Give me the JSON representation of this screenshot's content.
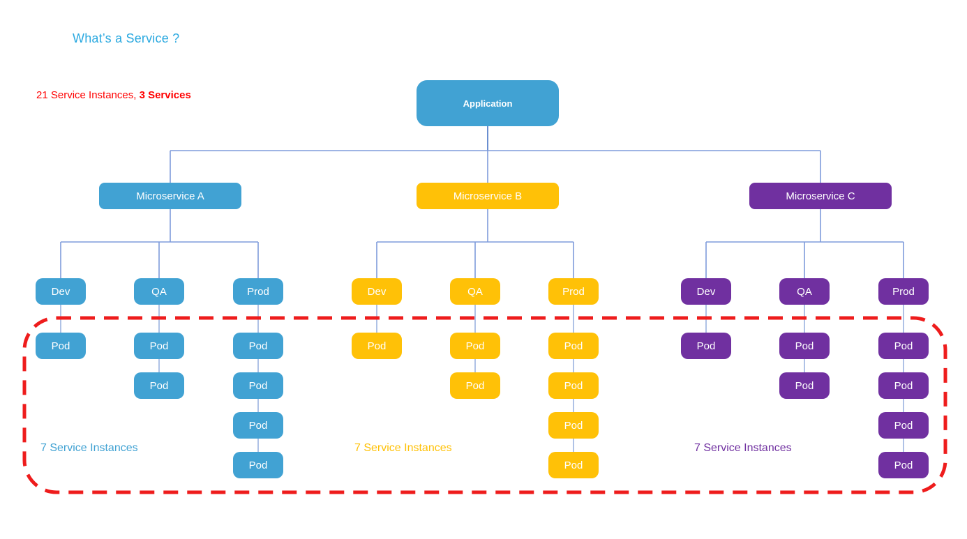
{
  "title": "What’s a Service ?",
  "title_color": "#2BA9E0",
  "summary": {
    "regular": "21 Service Instances, ",
    "bold": "3 Services",
    "color": "#FF0000"
  },
  "colors": {
    "blue": "#41A2D3",
    "gold": "#FFC107",
    "purple": "#7030A0",
    "red_border": "#EE1C1C",
    "line": "#7E9BDB",
    "line_dark": "#4472C4",
    "line_light": "#9BB3DF"
  },
  "application": {
    "label": "Application",
    "color": "blue"
  },
  "pod_label": "Pod",
  "services": [
    {
      "label": "Microservice A",
      "color": "blue",
      "instances_label": "7 Service Instances",
      "environments": [
        {
          "label": "Dev",
          "pod_count": 1
        },
        {
          "label": "QA",
          "pod_count": 2
        },
        {
          "label": "Prod",
          "pod_count": 4
        }
      ]
    },
    {
      "label": "Microservice B",
      "color": "gold",
      "instances_label": "7 Service Instances",
      "environments": [
        {
          "label": "Dev",
          "pod_count": 1
        },
        {
          "label": "QA",
          "pod_count": 2
        },
        {
          "label": "Prod",
          "pod_count": 4
        }
      ]
    },
    {
      "label": "Microservice C",
      "color": "purple",
      "instances_label": "7 Service Instances",
      "environments": [
        {
          "label": "Dev",
          "pod_count": 1
        },
        {
          "label": "QA",
          "pod_count": 2
        },
        {
          "label": "Prod",
          "pod_count": 4
        }
      ]
    }
  ]
}
